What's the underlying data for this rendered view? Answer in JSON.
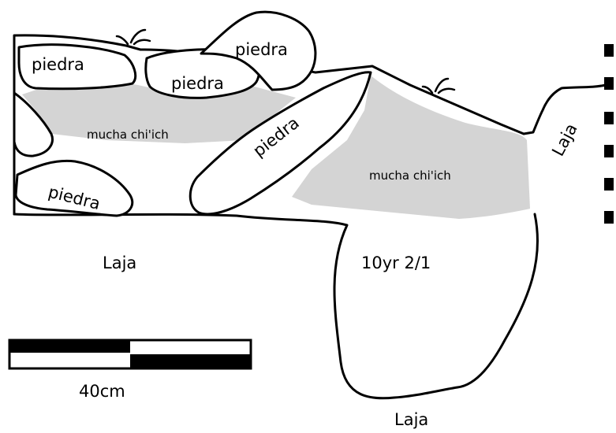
{
  "labels": {
    "stone": "piedra",
    "bedrock": "Laja",
    "ash_deposit": "mucha chi'ich",
    "soil_color": "10yr 2/1",
    "scale": "40cm"
  },
  "colors": {
    "shaded_fill": "#d4d4d4",
    "outline": "#000000",
    "background": "#ffffff"
  },
  "icons": [
    "plant-sprout-icon",
    "plant-sprout-icon"
  ]
}
